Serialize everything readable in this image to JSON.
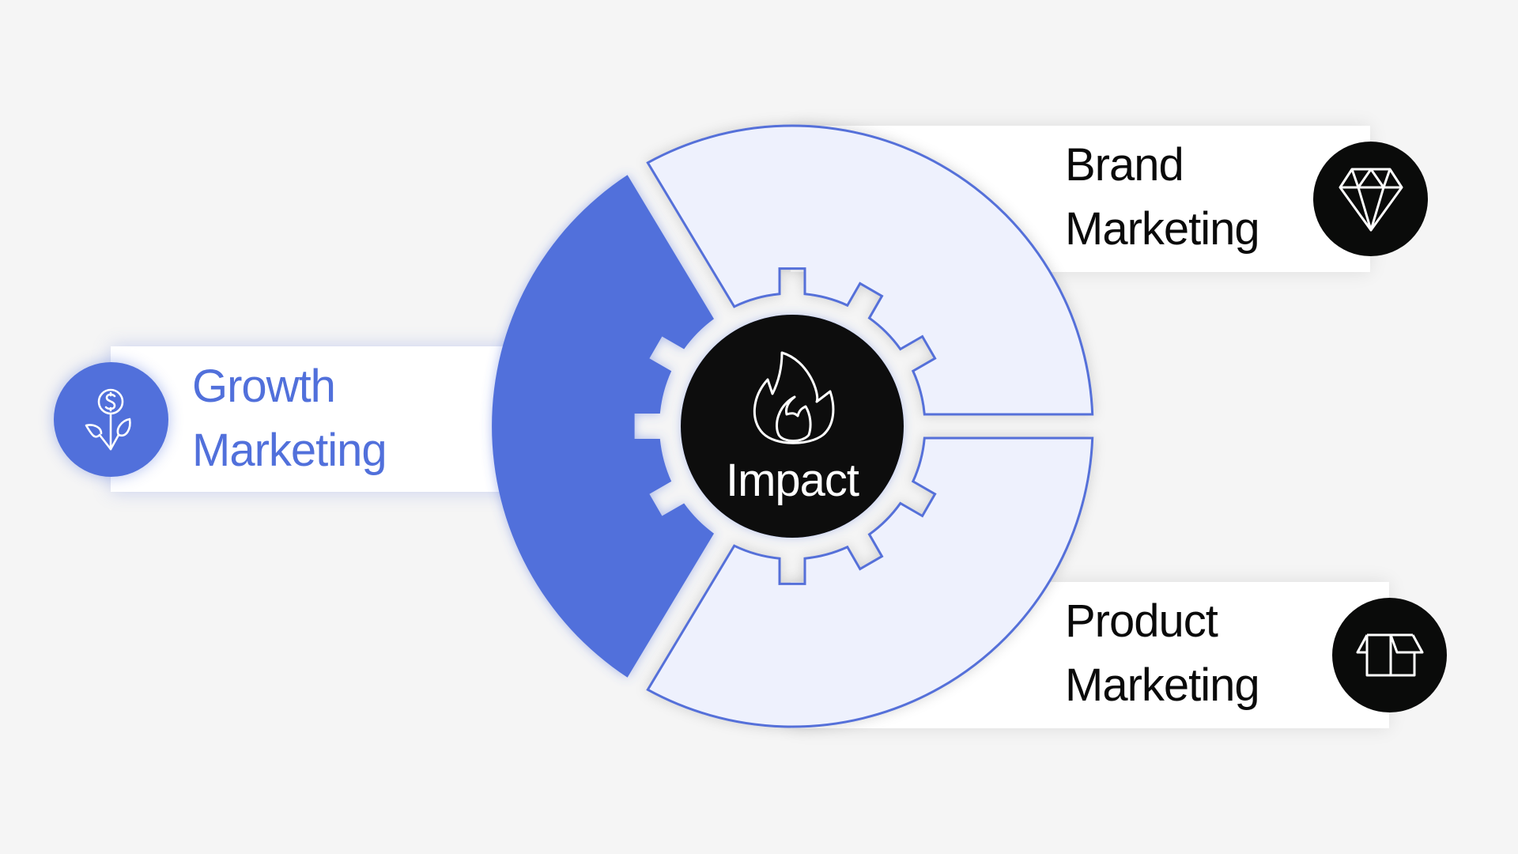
{
  "colors": {
    "background": "#f5f5f5",
    "accent_blue": "#5170db",
    "light_segment_fill": "#eef1fd",
    "segment_stroke": "#5470d9",
    "hub_black": "#0a0b0a",
    "label_box": "#ffffff",
    "dark_text": "#0a0a0a"
  },
  "center": {
    "label": "Impact",
    "icon": "flame-icon"
  },
  "segments": [
    {
      "id": "growth",
      "line1": "Growth",
      "line2": "Marketing",
      "icon": "plant-dollar-icon",
      "highlighted": true
    },
    {
      "id": "brand",
      "line1": "Brand",
      "line2": "Marketing",
      "icon": "diamond-icon",
      "highlighted": false
    },
    {
      "id": "product",
      "line1": "Product",
      "line2": "Marketing",
      "icon": "box-icon",
      "highlighted": false
    }
  ]
}
